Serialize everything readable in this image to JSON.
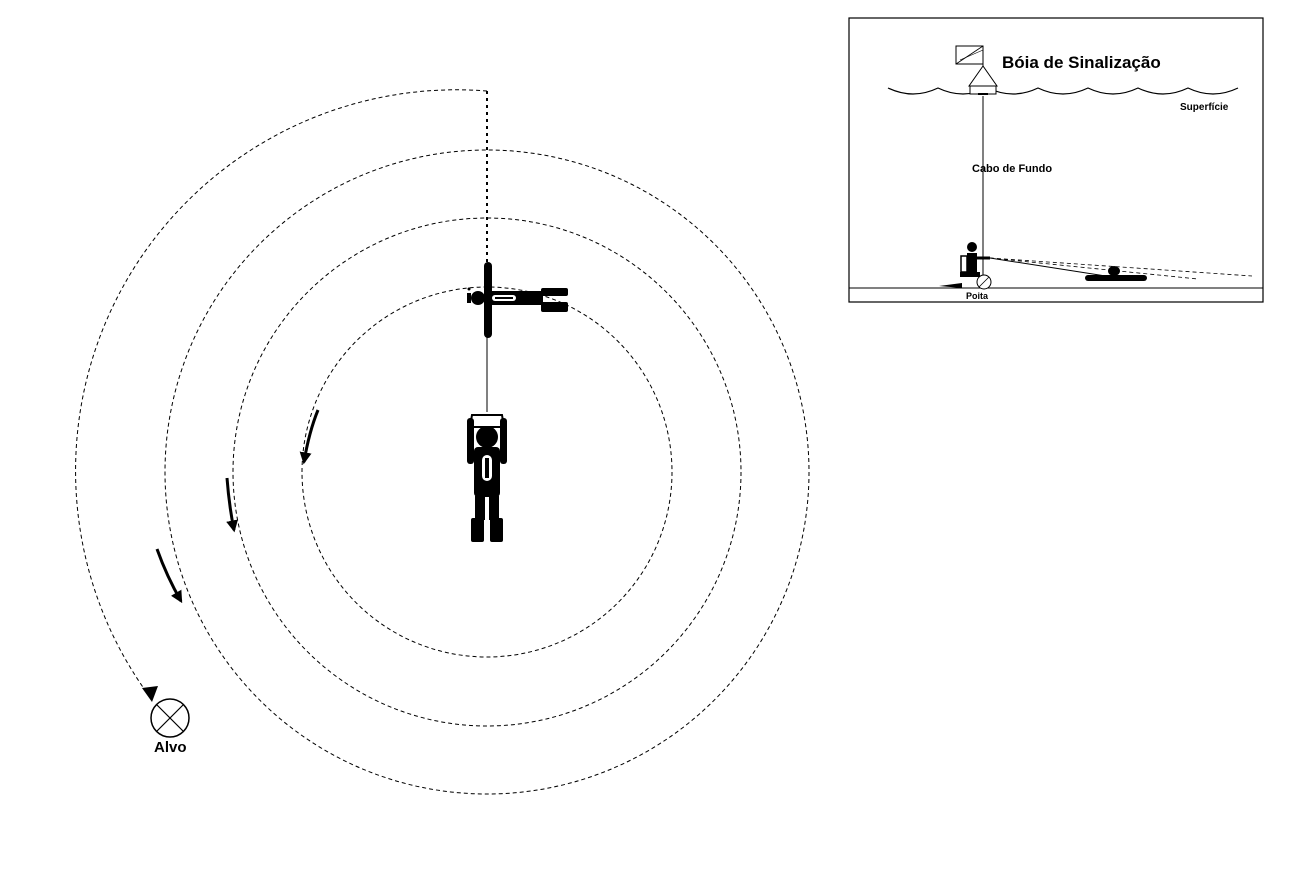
{
  "main_diagram": {
    "target_label": "Alvo"
  },
  "inset": {
    "buoy_label": "Bóia de Sinalização",
    "surface_label": "Superfície",
    "line_label": "Cabo de Fundo",
    "weight_label": "Poita"
  },
  "colors": {
    "ink": "#000000",
    "background": "#ffffff"
  }
}
